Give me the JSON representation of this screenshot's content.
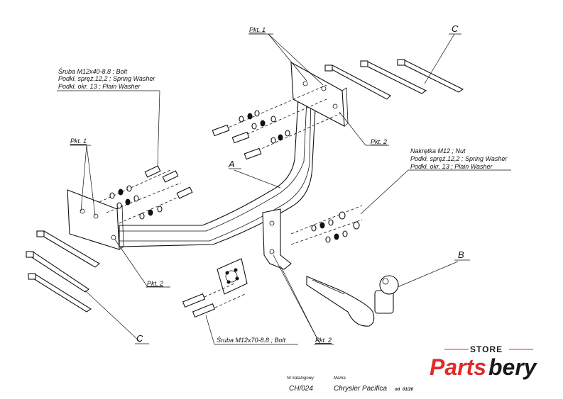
{
  "labels": {
    "pkt1": "Pkt. 1",
    "pkt2": "Pkt. 2",
    "letter_a": "A",
    "letter_b": "B",
    "letter_c": "C"
  },
  "bolt_callout": {
    "line1": "Śruba M12x40-8.8 ;  Bolt",
    "line2": "Podkł. spręż.12,2 ; Spring Washer",
    "line3": "Podkł. okr. 13 ; Plain Washer"
  },
  "nut_callout": {
    "line1": "Nakrętka  M12 ; Nut",
    "line2": "Podkł. spręż.12,2 ; Spring Washer",
    "line3": "Podkł. okr. 13 ; Plain Washer"
  },
  "bolt2_callout": "Śruba M12x70-8.8 ;  Bolt",
  "footer": {
    "catalog_caption": "Nr katalogowy",
    "catalog_value": "CH/024",
    "brand_caption": "Marka",
    "brand_value": "Chrysler Pacifica",
    "from_label": "od",
    "from_value": "01/20"
  },
  "logo": {
    "top": "STORE",
    "brand_part1": "Parts",
    "brand_part2": "bery",
    "colors": {
      "red": "#e02b27",
      "dark": "#1a1a1a"
    }
  }
}
